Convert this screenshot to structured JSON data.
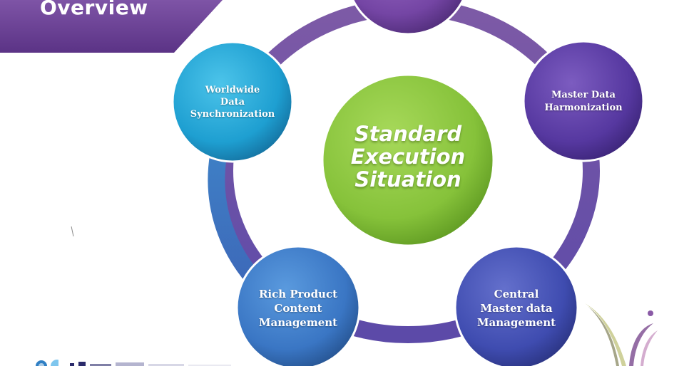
{
  "header": {
    "title": "Overview"
  },
  "diagram": {
    "center": {
      "label": "Standard\nExecution\nSituation"
    },
    "nodes": [
      {
        "id": "top",
        "label": ""
      },
      {
        "id": "master-data-harmonization",
        "label": "Master Data\nHarmonization"
      },
      {
        "id": "central-master-data-management",
        "label": "Central\nMaster data\nManagement"
      },
      {
        "id": "rich-product-content-management",
        "label": "Rich Product\nContent\nManagement"
      },
      {
        "id": "worldwide-data-synchronization",
        "label": "Worldwide\nData\nSynchronization"
      }
    ]
  },
  "colors": {
    "banner": "#6a3f8f",
    "ring": "#7b5aa6",
    "center": "#8cc63f",
    "node_teal": "#1ea6d6",
    "node_violet": "#5b3ea0",
    "node_indigo": "#3f4fb0",
    "node_blue": "#3f7cc8",
    "node_purple": "#7a4aa8"
  }
}
